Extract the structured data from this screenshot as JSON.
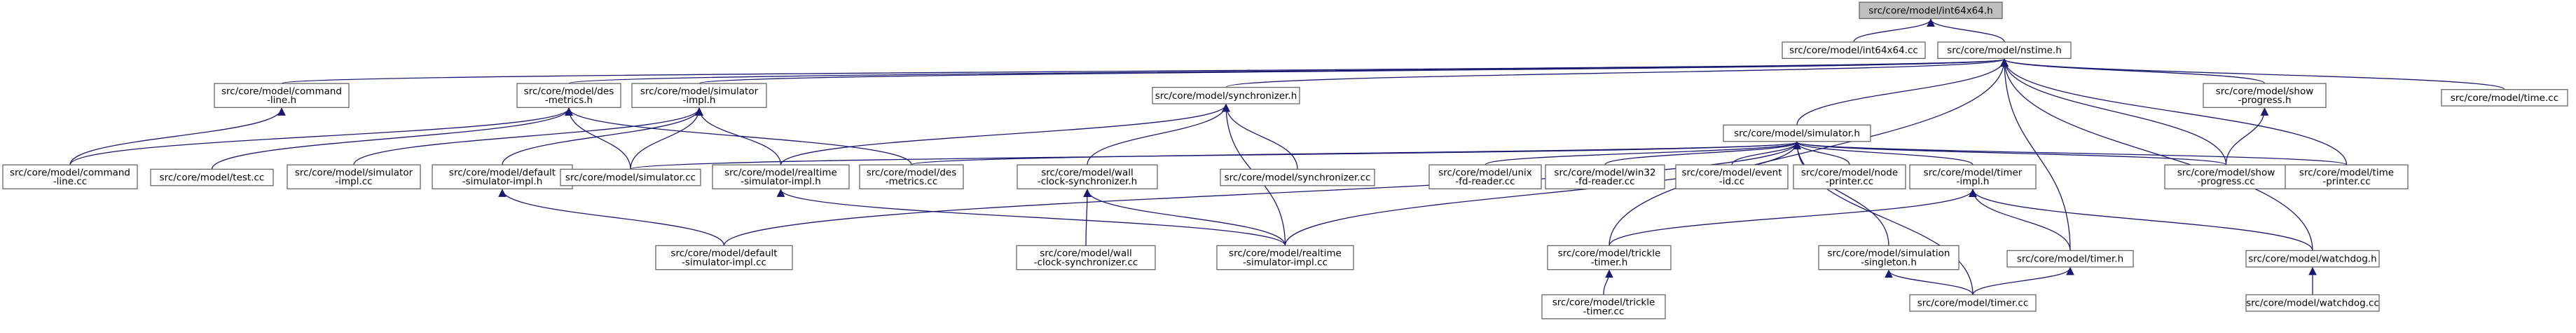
{
  "diagram": {
    "nodes": [
      {
        "id": "int64x64_h",
        "lines": [
          "src/core/model/int64x64.h"
        ],
        "root": true
      },
      {
        "id": "int64x64_cc",
        "lines": [
          "src/core/model/int64x64.cc"
        ]
      },
      {
        "id": "nstime_h",
        "lines": [
          "src/core/model/nstime.h"
        ]
      },
      {
        "id": "command_line_h",
        "lines": [
          "src/core/model/command",
          "-line.h"
        ]
      },
      {
        "id": "des_metrics_h",
        "lines": [
          "src/core/model/des",
          "-metrics.h"
        ]
      },
      {
        "id": "simulator_impl_h",
        "lines": [
          "src/core/model/simulator",
          "-impl.h"
        ]
      },
      {
        "id": "synchronizer_h",
        "lines": [
          "src/core/model/synchronizer.h"
        ]
      },
      {
        "id": "simulator_h",
        "lines": [
          "src/core/model/simulator.h"
        ]
      },
      {
        "id": "show_progress_h",
        "lines": [
          "src/core/model/show",
          "-progress.h"
        ]
      },
      {
        "id": "time_cc",
        "lines": [
          "src/core/model/time.cc"
        ]
      },
      {
        "id": "command_line_cc",
        "lines": [
          "src/core/model/command",
          "-line.cc"
        ]
      },
      {
        "id": "test_cc",
        "lines": [
          "src/core/model/test.cc"
        ]
      },
      {
        "id": "simulator_impl_cc",
        "lines": [
          "src/core/model/simulator",
          "-impl.cc"
        ]
      },
      {
        "id": "default_simulator_impl_h",
        "lines": [
          "src/core/model/default",
          "-simulator-impl.h"
        ]
      },
      {
        "id": "simulator_cc",
        "lines": [
          "src/core/model/simulator.cc"
        ]
      },
      {
        "id": "realtime_simulator_impl_h",
        "lines": [
          "src/core/model/realtime",
          "-simulator-impl.h"
        ]
      },
      {
        "id": "des_metrics_cc",
        "lines": [
          "src/core/model/des",
          "-metrics.cc"
        ]
      },
      {
        "id": "wall_clock_synchronizer_h",
        "lines": [
          "src/core/model/wall",
          "-clock-synchronizer.h"
        ]
      },
      {
        "id": "synchronizer_cc",
        "lines": [
          "src/core/model/synchronizer.cc"
        ]
      },
      {
        "id": "unix_fd_reader_cc",
        "lines": [
          "src/core/model/unix",
          "-fd-reader.cc"
        ]
      },
      {
        "id": "win32_fd_reader_cc",
        "lines": [
          "src/core/model/win32",
          "-fd-reader.cc"
        ]
      },
      {
        "id": "event_id_cc",
        "lines": [
          "src/core/model/event",
          "-id.cc"
        ]
      },
      {
        "id": "node_printer_cc",
        "lines": [
          "src/core/model/node",
          "-printer.cc"
        ]
      },
      {
        "id": "timer_impl_h",
        "lines": [
          "src/core/model/timer",
          "-impl.h"
        ]
      },
      {
        "id": "show_progress_cc",
        "lines": [
          "src/core/model/show",
          "-progress.cc"
        ]
      },
      {
        "id": "time_printer_cc",
        "lines": [
          "src/core/model/time",
          "-printer.cc"
        ]
      },
      {
        "id": "default_simulator_impl_cc",
        "lines": [
          "src/core/model/default",
          "-simulator-impl.cc"
        ]
      },
      {
        "id": "wall_clock_synchronizer_cc",
        "lines": [
          "src/core/model/wall",
          "-clock-synchronizer.cc"
        ]
      },
      {
        "id": "realtime_simulator_impl_cc",
        "lines": [
          "src/core/model/realtime",
          "-simulator-impl.cc"
        ]
      },
      {
        "id": "trickle_timer_h",
        "lines": [
          "src/core/model/trickle",
          "-timer.h"
        ]
      },
      {
        "id": "simulation_singleton_h",
        "lines": [
          "src/core/model/simulation",
          "-singleton.h"
        ]
      },
      {
        "id": "timer_h",
        "lines": [
          "src/core/model/timer.h"
        ]
      },
      {
        "id": "watchdog_h",
        "lines": [
          "src/core/model/watchdog.h"
        ]
      },
      {
        "id": "trickle_timer_cc",
        "lines": [
          "src/core/model/trickle",
          "-timer.cc"
        ]
      },
      {
        "id": "timer_cc",
        "lines": [
          "src/core/model/timer.cc"
        ]
      },
      {
        "id": "watchdog_cc",
        "lines": [
          "src/core/model/watchdog.cc"
        ]
      }
    ],
    "edges": [
      [
        "int64x64_h",
        "int64x64_cc"
      ],
      [
        "int64x64_h",
        "nstime_h"
      ],
      [
        "nstime_h",
        "command_line_h"
      ],
      [
        "nstime_h",
        "des_metrics_h"
      ],
      [
        "nstime_h",
        "simulator_impl_h"
      ],
      [
        "nstime_h",
        "synchronizer_h"
      ],
      [
        "nstime_h",
        "simulator_h"
      ],
      [
        "nstime_h",
        "show_progress_h"
      ],
      [
        "nstime_h",
        "time_cc"
      ],
      [
        "nstime_h",
        "trickle_timer_h"
      ],
      [
        "nstime_h",
        "timer_h"
      ],
      [
        "nstime_h",
        "watchdog_h"
      ],
      [
        "nstime_h",
        "show_progress_cc"
      ],
      [
        "nstime_h",
        "time_printer_cc"
      ],
      [
        "command_line_h",
        "command_line_cc"
      ],
      [
        "des_metrics_h",
        "command_line_cc"
      ],
      [
        "des_metrics_h",
        "test_cc"
      ],
      [
        "des_metrics_h",
        "simulator_cc"
      ],
      [
        "des_metrics_h",
        "des_metrics_cc"
      ],
      [
        "simulator_impl_h",
        "simulator_impl_cc"
      ],
      [
        "simulator_impl_h",
        "default_simulator_impl_h"
      ],
      [
        "simulator_impl_h",
        "simulator_cc"
      ],
      [
        "simulator_impl_h",
        "realtime_simulator_impl_h"
      ],
      [
        "synchronizer_h",
        "realtime_simulator_impl_h"
      ],
      [
        "synchronizer_h",
        "wall_clock_synchronizer_h"
      ],
      [
        "synchronizer_h",
        "synchronizer_cc"
      ],
      [
        "synchronizer_h",
        "realtime_simulator_impl_cc"
      ],
      [
        "simulator_h",
        "simulator_cc"
      ],
      [
        "simulator_h",
        "des_metrics_cc"
      ],
      [
        "simulator_h",
        "unix_fd_reader_cc"
      ],
      [
        "simulator_h",
        "win32_fd_reader_cc"
      ],
      [
        "simulator_h",
        "event_id_cc"
      ],
      [
        "simulator_h",
        "node_printer_cc"
      ],
      [
        "simulator_h",
        "timer_impl_h"
      ],
      [
        "simulator_h",
        "show_progress_cc"
      ],
      [
        "simulator_h",
        "time_printer_cc"
      ],
      [
        "simulator_h",
        "default_simulator_impl_cc"
      ],
      [
        "simulator_h",
        "realtime_simulator_impl_cc"
      ],
      [
        "simulator_h",
        "simulation_singleton_h"
      ],
      [
        "simulator_h",
        "timer_cc"
      ],
      [
        "show_progress_h",
        "show_progress_cc"
      ],
      [
        "default_simulator_impl_h",
        "default_simulator_impl_cc"
      ],
      [
        "realtime_simulator_impl_h",
        "realtime_simulator_impl_cc"
      ],
      [
        "wall_clock_synchronizer_h",
        "wall_clock_synchronizer_cc"
      ],
      [
        "wall_clock_synchronizer_h",
        "realtime_simulator_impl_cc"
      ],
      [
        "timer_impl_h",
        "trickle_timer_h"
      ],
      [
        "timer_impl_h",
        "timer_h"
      ],
      [
        "timer_impl_h",
        "watchdog_h"
      ],
      [
        "trickle_timer_h",
        "trickle_timer_cc"
      ],
      [
        "simulation_singleton_h",
        "timer_cc"
      ],
      [
        "timer_h",
        "timer_cc"
      ],
      [
        "watchdog_h",
        "watchdog_cc"
      ]
    ]
  }
}
